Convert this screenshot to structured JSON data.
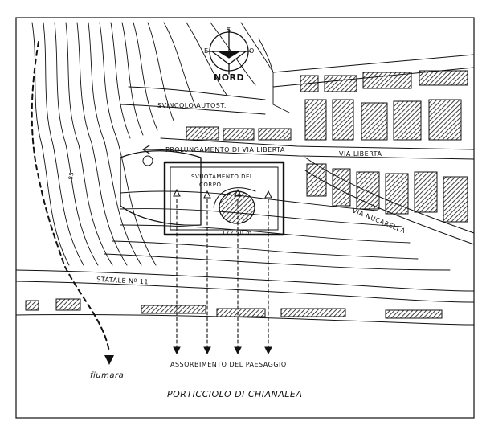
{
  "map": {
    "title": "PORTICCIOLO DI CHIANALEA",
    "compass": {
      "north": "NORD",
      "south": "S",
      "east": "E",
      "west": "O"
    },
    "labels": {
      "svincolo": "SVINCOLO AUTOST.",
      "prolungamento": "PROLUNGAMENTO DI VIA LIBERTA",
      "via_liberta": "VIA LIBERTA",
      "via_nucarella": "VIA NUCARELLA",
      "svuotamento_1": "SVUOTAMENTO DEL",
      "svuotamento_2": "CORPO",
      "elevation": "172,50 m",
      "statale": "STATALE Nº 11",
      "assorbimento": "ASSORBIMENTO DEL PAESAGGIO",
      "fiumara": "fiumara",
      "contour_85": "85"
    },
    "colors": {
      "ink": "#111111",
      "paper": "#ffffff"
    },
    "icons": {
      "compass": "compass-rose-icon",
      "river": "river-arrow-icon"
    }
  }
}
